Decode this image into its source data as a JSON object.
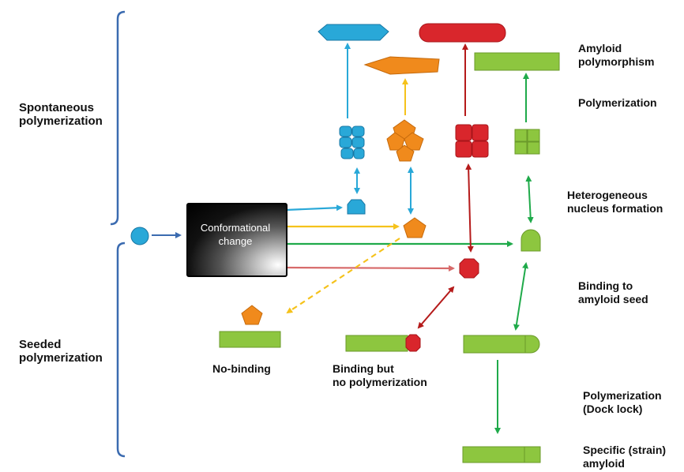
{
  "labels": {
    "spontaneous": "Spontaneous\npolymerization",
    "seeded": "Seeded\npolymerization",
    "conformational_change": "Conformational\nchange",
    "amyloid_polymorphism": "Amyloid\npolymorphism",
    "polymerization": "Polymerization",
    "heterogeneous_nucleus": "Heterogeneous\nnucleus formation",
    "binding_to_seed": "Binding to\namyloid seed",
    "polymerization_docklock": "Polymerization\n(Dock lock)",
    "specific_amyloid": "Specific (strain)\namyloid",
    "no_binding": "No-binding",
    "binding_no_polymerization": "Binding but\nno polymerization"
  },
  "colors": {
    "blue": "#29a8d8",
    "orange": "#f08a1c",
    "red": "#d9262c",
    "green": "#8dc63f",
    "dark_red": "#b51a1a",
    "bracket": "#3b6bb0",
    "yellow_arrow": "#f5c21b",
    "green_arrow": "#1faa4a",
    "pink_arrow": "#d76a6a"
  }
}
